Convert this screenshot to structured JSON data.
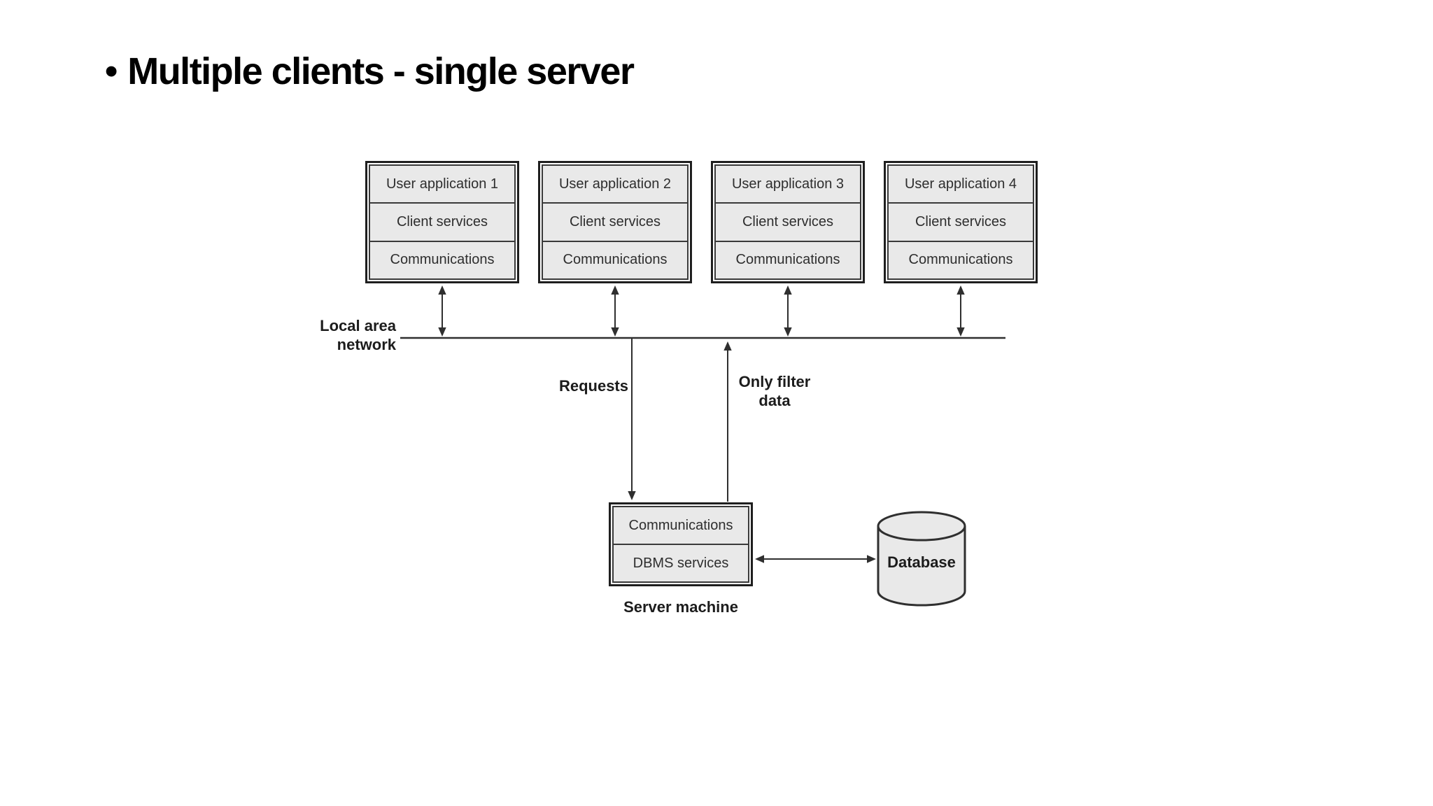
{
  "slide": {
    "bullet_char": "•",
    "title": "Multiple clients - single server"
  },
  "diagram": {
    "client_stacks": [
      {
        "rows": [
          "User application 1",
          "Client services",
          "Communications"
        ]
      },
      {
        "rows": [
          "User application 2",
          "Client services",
          "Communications"
        ]
      },
      {
        "rows": [
          "User application 3",
          "Client services",
          "Communications"
        ]
      },
      {
        "rows": [
          "User application 4",
          "Client services",
          "Communications"
        ]
      }
    ],
    "server_stack": {
      "rows": [
        "Communications",
        "DBMS services"
      ],
      "caption": "Server machine"
    },
    "labels": {
      "lan_line1": "Local area",
      "lan_line2": "network",
      "requests": "Requests",
      "filter_line1": "Only filter",
      "filter_line2": "data",
      "database": "Database"
    },
    "colors": {
      "background": "#ffffff",
      "box_fill": "#e9e9e9",
      "box_border": "#1f1f1f",
      "row_border": "#3a3a3a",
      "line": "#2f2f2f",
      "text": "#2e2e2e",
      "title_text": "#000000"
    }
  }
}
